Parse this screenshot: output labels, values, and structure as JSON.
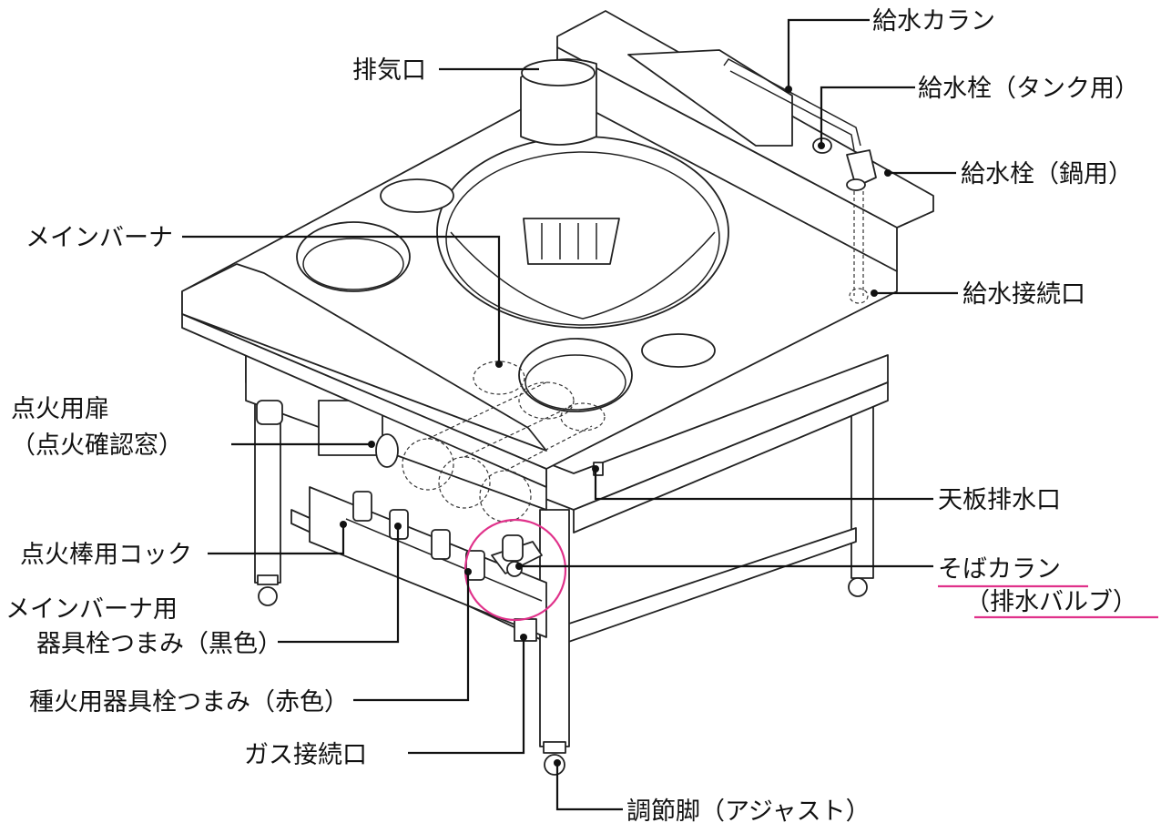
{
  "labels": {
    "exhaust": "排気口",
    "water_faucet": "給水カラン",
    "tank_valve": "給水栓（タンク用）",
    "pot_valve": "給水栓（鍋用）",
    "main_burner": "メインバーナ",
    "water_inlet": "給水接続口",
    "ignition_door_1": "点火用扉",
    "ignition_door_2": "（点火確認窓）",
    "top_drain": "天板排水口",
    "igniter_cock": "点火棒用コック",
    "soba_faucet_1": "そばカラン",
    "soba_faucet_2": "（排水バルブ）",
    "main_knob_1": "メインバーナ用",
    "main_knob_2": "器具栓つまみ（黒色）",
    "pilot_knob": "種火用器具栓つまみ（赤色）",
    "gas_inlet": "ガス接続口",
    "adjust_foot": "調節脚（アジャスト）"
  },
  "colors": {
    "line": "#111111",
    "highlight": "#e0318a"
  }
}
